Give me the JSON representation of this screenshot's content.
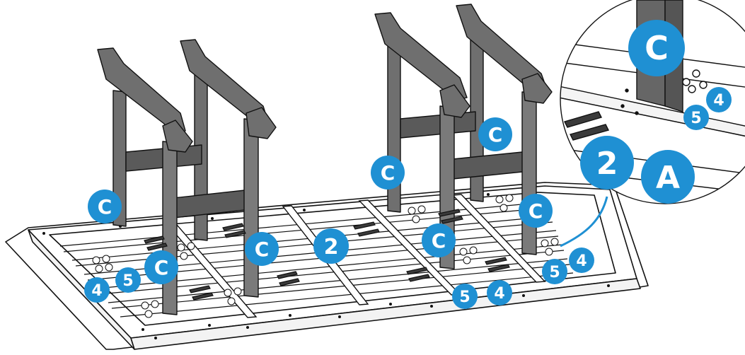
{
  "colors": {
    "callout": "#1f90d3",
    "callout_text": "#ffffff",
    "frame_gray": "#6f6f6f",
    "frame_dark": "#4a4a4a",
    "outline": "#111111",
    "table_fill": "#ffffff"
  },
  "callouts": {
    "c": "C",
    "two": "2",
    "four": "4",
    "five": "5",
    "a": "A"
  },
  "icons": [
    "bolt-icon",
    "washer-nut-icon"
  ]
}
